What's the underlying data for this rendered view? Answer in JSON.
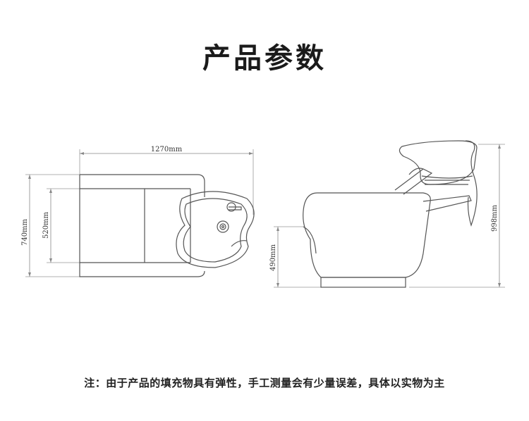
{
  "title": "产品参数",
  "dimensions": {
    "top_width": "1270mm",
    "top_depth_total": "740mm",
    "top_depth_seat": "520mm",
    "side_seat_height": "490mm",
    "side_total_height": "998mm"
  },
  "note": "注：由于产品的填充物具有弹性，手工测量会有少量误差，具体以实物为主",
  "colors": {
    "line": "#555555",
    "dim_line": "#888888",
    "text": "#222222"
  }
}
